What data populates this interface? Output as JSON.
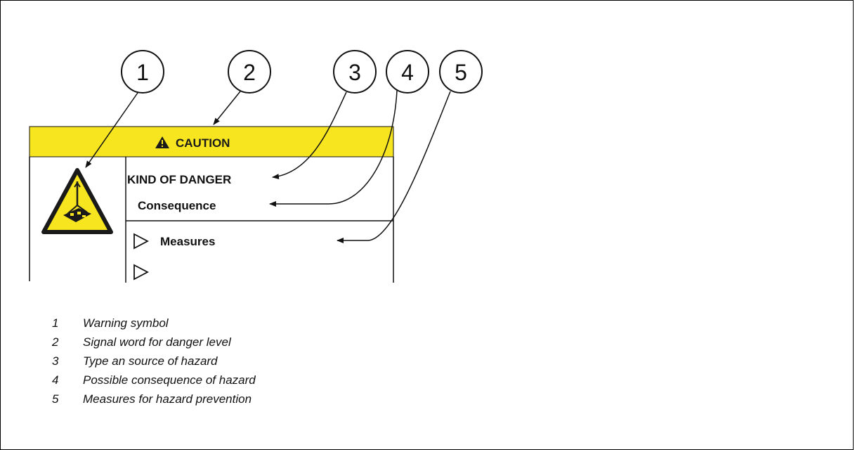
{
  "callouts": [
    "1",
    "2",
    "3",
    "4",
    "5"
  ],
  "sign": {
    "signal_word": "CAUTION",
    "kind_of_danger": "KIND OF DANGER",
    "consequence": "Consequence",
    "measures": "Measures",
    "header_color": "#f6e51f",
    "warning_icon": "suspended-load-warning-icon"
  },
  "legend": [
    {
      "num": "1",
      "text": "Warning symbol"
    },
    {
      "num": "2",
      "text": "Signal word for danger level"
    },
    {
      "num": "3",
      "text": "Type an source of hazard"
    },
    {
      "num": "4",
      "text": "Possible consequence of hazard"
    },
    {
      "num": "5",
      "text": "Measures for hazard prevention"
    }
  ]
}
